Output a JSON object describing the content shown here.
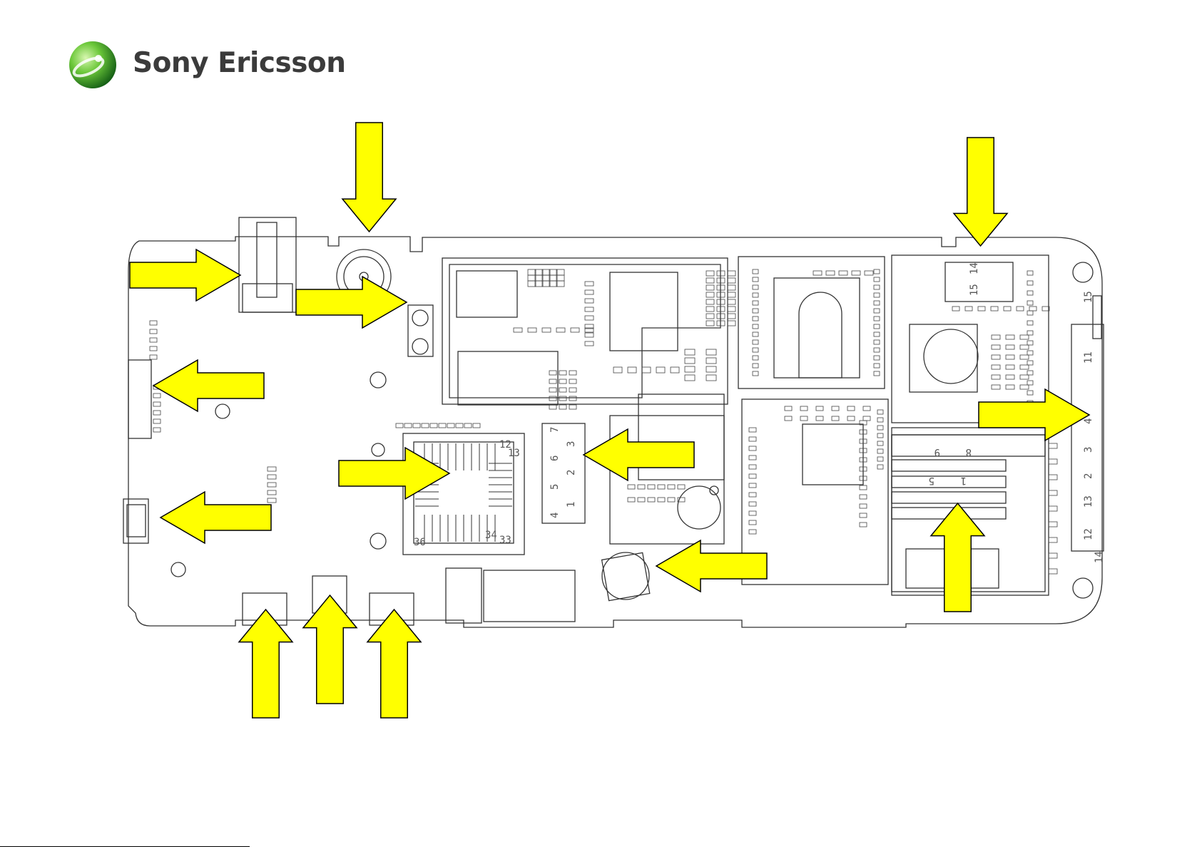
{
  "brand": {
    "name": "Sony Ericsson",
    "logo_icon": "sony-ericsson-globe-icon",
    "colors": {
      "globe_dark": "#1e7d1e",
      "globe_light": "#9adf5a",
      "text": "#3b3b3b"
    }
  },
  "colors": {
    "arrow_fill": "#ffff00",
    "arrow_stroke": "#000000",
    "pcb_line": "#333333"
  },
  "board": {
    "labels": {
      "keypad_connector_nums": [
        "15",
        "11",
        "4",
        "3",
        "2",
        "13",
        "12",
        "14"
      ],
      "chip_left_nums": [
        "12",
        "13",
        "34",
        "33",
        "36"
      ],
      "chip_mid_nums": [
        "7",
        "6",
        "3",
        "5",
        "2",
        "4",
        "1"
      ],
      "battery_connector_nums": [
        "9",
        "8",
        "5",
        "1"
      ],
      "right_module_nums": [
        "14",
        "15",
        "11",
        "4",
        "3",
        "2",
        "13",
        "12",
        "14"
      ]
    }
  },
  "arrows": [
    {
      "id": "arrow-top-antenna",
      "direction": "down"
    },
    {
      "id": "arrow-top-right-connector",
      "direction": "down"
    },
    {
      "id": "arrow-left-jack",
      "direction": "right"
    },
    {
      "id": "arrow-mic-port",
      "direction": "right"
    },
    {
      "id": "arrow-left-side-key",
      "direction": "left"
    },
    {
      "id": "arrow-left-bottom-key",
      "direction": "left"
    },
    {
      "id": "arrow-cpu-chip",
      "direction": "right"
    },
    {
      "id": "arrow-memory-chip",
      "direction": "left"
    },
    {
      "id": "arrow-vibrator",
      "direction": "left"
    },
    {
      "id": "arrow-right-connector",
      "direction": "right"
    },
    {
      "id": "arrow-battery-connector",
      "direction": "up"
    },
    {
      "id": "arrow-bottom-1",
      "direction": "up"
    },
    {
      "id": "arrow-bottom-2",
      "direction": "up"
    },
    {
      "id": "arrow-bottom-3",
      "direction": "up"
    }
  ]
}
